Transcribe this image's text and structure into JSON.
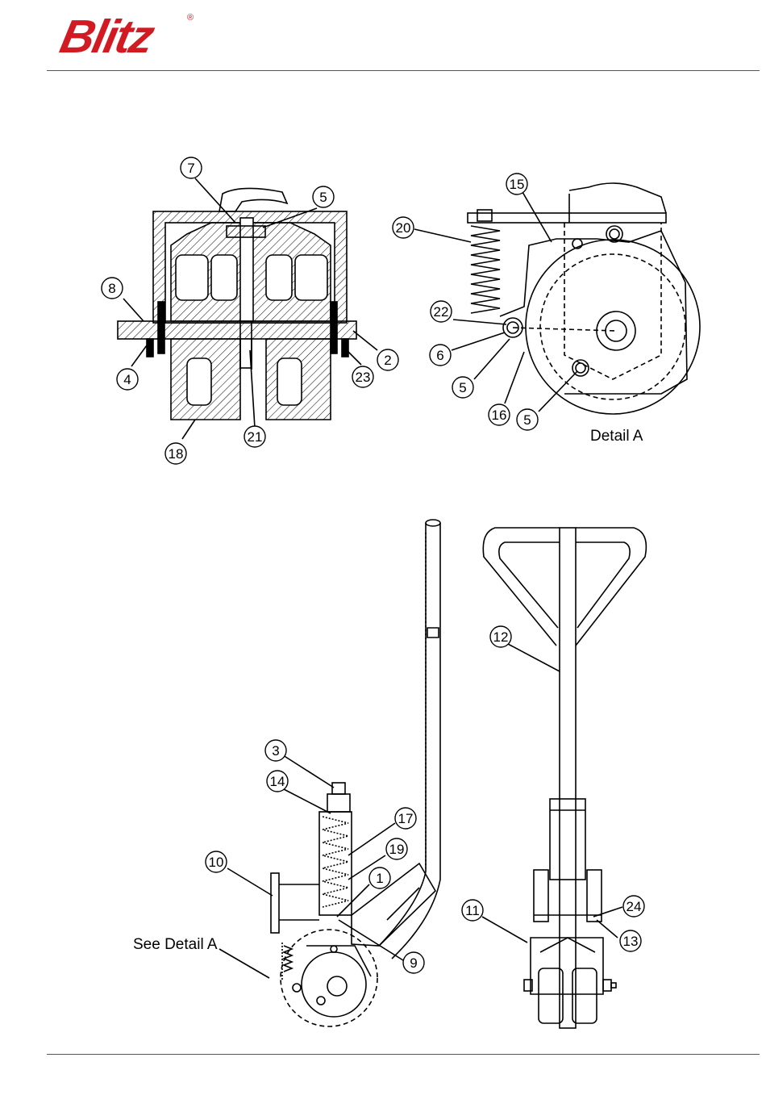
{
  "brand": {
    "name": "Blitz",
    "reg_mark": "®",
    "color": "#d11a22"
  },
  "labels": {
    "detail_a": "Detail A",
    "see_detail_a": "See Detail A"
  },
  "callouts": {
    "top_left": [
      "7",
      "5",
      "8",
      "2",
      "4",
      "23",
      "21",
      "18"
    ],
    "top_right": [
      "15",
      "20",
      "22",
      "6",
      "5",
      "16",
      "5"
    ],
    "bottom_left": [
      "3",
      "14",
      "17",
      "19",
      "10",
      "1",
      "9"
    ],
    "bottom_right": [
      "12",
      "24",
      "11",
      "13"
    ]
  }
}
